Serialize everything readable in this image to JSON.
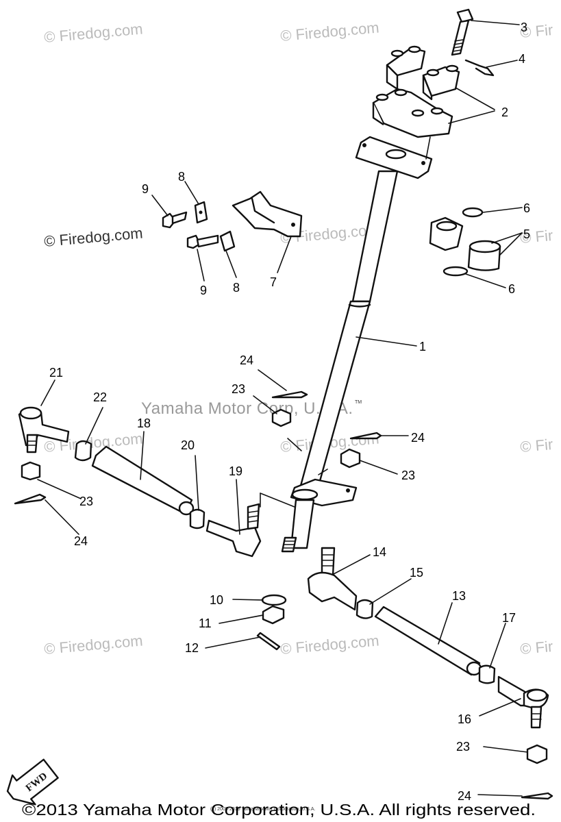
{
  "watermarks": {
    "firedog": "© Firedog.com",
    "firedog_short": "© Fir",
    "yamaha": "Yamaha Motor Corp, U.S.A.",
    "tm": "TM"
  },
  "callouts": {
    "n1": "1",
    "n2": "2",
    "n3": "3",
    "n4": "4",
    "n5": "5",
    "n6a": "6",
    "n6b": "6",
    "n7": "7",
    "n8a": "8",
    "n8b": "8",
    "n9a": "9",
    "n9b": "9",
    "n10": "10",
    "n11": "11",
    "n12": "12",
    "n13": "13",
    "n14": "14",
    "n15": "15",
    "n16": "16",
    "n17": "17",
    "n18": "18",
    "n19": "19",
    "n20": "20",
    "n21": "21",
    "n22": "22",
    "n23a": "23",
    "n23b": "23",
    "n23c": "23",
    "n23d": "23",
    "n24a": "24",
    "n24b": "24",
    "n24c": "24",
    "n24d": "24"
  },
  "fwd_label": "FWD",
  "small_copyright": "(c) 2005-2015 Yamaha Motor Corporation, U.S.A.",
  "footer_copyright": "©2013 Yamaha Motor Corporation, U.S.A. All rights reserved."
}
